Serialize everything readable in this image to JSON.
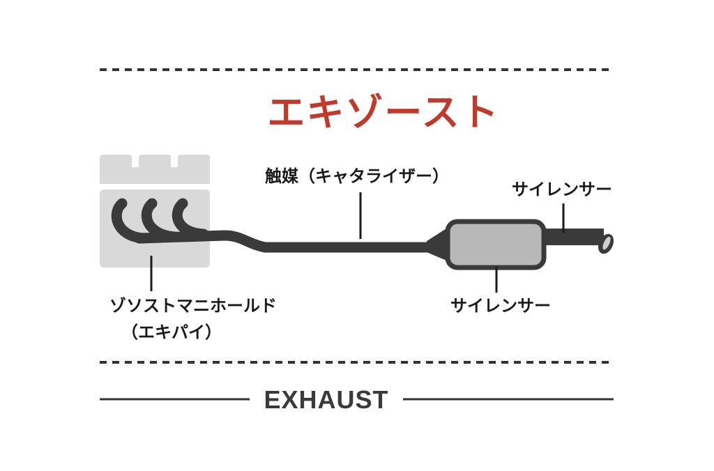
{
  "diagram": {
    "title_jp": "エキゾースト",
    "title_en": "EXHAUST",
    "labels": {
      "catalyst": "触媒（キャタライザー）",
      "silencer_top": "サイレンサー",
      "silencer_bottom": "サイレンサー",
      "manifold_line1": "ゾソストマニホールド",
      "manifold_line2": "（エキパイ）"
    },
    "colors": {
      "title_red": "#c0392b",
      "pipe": "#3a3a3a",
      "engine_block": "#d9d9d9",
      "muffler_body": "#b8b8b8",
      "text": "#1a1a1a",
      "rule": "#333333"
    }
  }
}
